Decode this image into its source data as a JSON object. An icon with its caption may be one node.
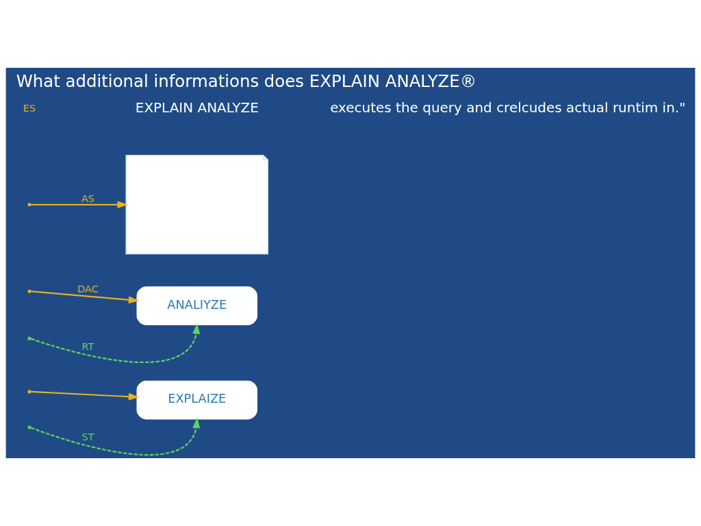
{
  "diagram": {
    "title": "What additional informations does EXPLAIN ANALYZE®",
    "nodes": [
      {
        "text": [
          "EXPLAIZE"
        ]
      },
      {
        "text": [
          "ANALIYZE"
        ]
      },
      {
        "text": [],
        "shape": "document"
      }
    ],
    "edges": [
      {
        "from": null,
        "to": 2,
        "arrow": "to",
        "label": "AS"
      },
      {
        "from": null,
        "to": 0,
        "arrow": "to",
        "label": "ST",
        "style": "dashed",
        "color": "#5cd65c"
      },
      {
        "from": null,
        "to": 0,
        "arrow": "to"
      },
      {
        "from": null,
        "to": 1,
        "arrow": "to",
        "label": "RT",
        "style": "dashed",
        "color": "#5cd65c"
      },
      {
        "from": null,
        "to": 1,
        "arrow": "to",
        "label": "DAC"
      }
    ],
    "labels": [
      "ES",
      "EXPLAIN ANALYZE",
      "executes the query and crelcudes actual runtim in.\""
    ]
  }
}
